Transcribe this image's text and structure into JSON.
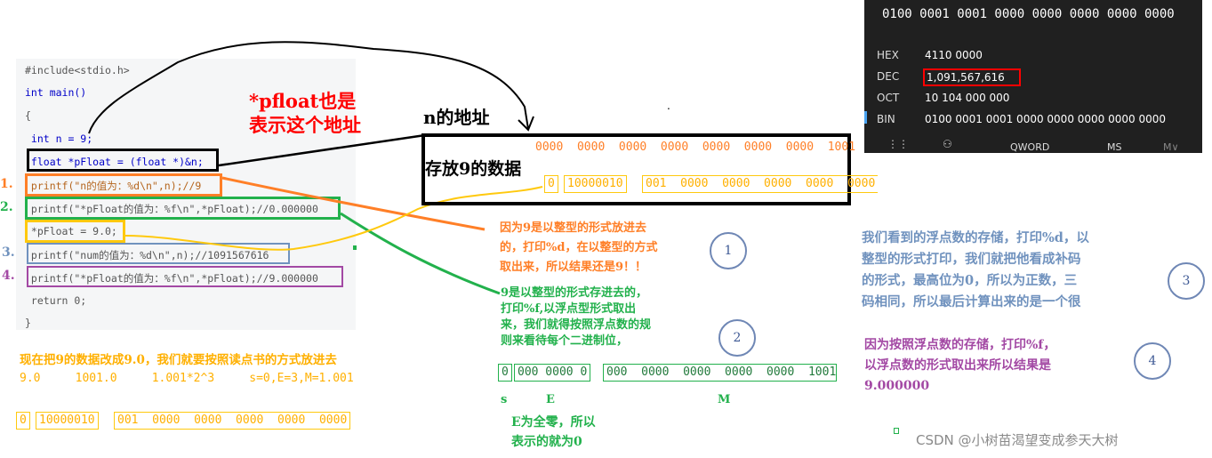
{
  "code": {
    "lines": [
      "#include<stdio.h>",
      "int main()",
      "{",
      " int n = 9;",
      " float *pFloat = (float *)&n;",
      " printf(\"n的值为：%d\\n\",n);//9",
      " printf(\"*pFloat的值为：%f\\n\",*pFloat);//0.000000",
      " *pFloat = 9.0;",
      " printf(\"num的值为：%d\\n\",n);//1091567616",
      " printf(\"*pFloat的值为：%f\\n\",*pFloat);//9.000000",
      " return 0;",
      "}"
    ],
    "markers": [
      "1.",
      "2.",
      "3.",
      "4."
    ]
  },
  "annotations": {
    "pfloat_note": [
      "*pfloat也是",
      "表示这个地址"
    ],
    "n_address": "n的地址",
    "store_9": "存放9的数据",
    "binary_9": "0000  0000  0000  0000  0000  0000  0000  1001",
    "float_bits": {
      "s": "0",
      "e": "10000010",
      "m": "001  0000  0000  0000  0000  0000"
    },
    "note1": [
      "因为9是以整型的形式放进去",
      "的，打印%d，在以整型的方式",
      "取出来，所以结果还是9！！"
    ],
    "note2": [
      "9是以整型的形式存进去的，",
      "打印%f,以浮点型形式取出",
      "来，我们就得按照浮点数的规",
      "则来看待每个二进制位，"
    ],
    "bits2": {
      "s": "0",
      "e": "000 0000 0",
      "m": "000  0000  0000  0000  0000  1001"
    },
    "sem_labels": {
      "s": "s",
      "e": "E",
      "m": "M"
    },
    "e_zero_note": [
      "E为全零，所以",
      "表示的就为0"
    ],
    "note3": [
      "我们看到的浮点数的存储，打印%d，以",
      "整型的形式打印，我们就把他看成补码",
      "的形式，最高位为0，所以为正数，三",
      "码相同，所以最后计算出来的是一个很"
    ],
    "note4": [
      "因为按照浮点数的存储，打印%f，",
      "以浮点数的形式取出来所以结果是",
      "9.000000"
    ],
    "change_note": "现在把9的数据改成9.0，我们就要按照读点书的方式放进去",
    "formula": "9.0     1001.0     1.001*2^3     s=0,E=3,M=1.001",
    "bits_bottom": {
      "s": "0",
      "e": "10000010",
      "m": "001  0000  0000  0000  0000  0000"
    },
    "circles": [
      "1",
      "2",
      "3",
      "4"
    ],
    "dot": ".",
    "watermark": "CSDN @小树苗渴望变成参天大树"
  },
  "calculator": {
    "display": "0100 0001 0001 0000 0000 0000 0000 0000",
    "rows": [
      {
        "label": "HEX",
        "value": "4110 0000"
      },
      {
        "label": "DEC",
        "value": "1,091,567,616"
      },
      {
        "label": "OCT",
        "value": "10 104 000 000"
      },
      {
        "label": "BIN",
        "value": "0100 0001 0001 0000 0000 0000 0000 0000"
      }
    ],
    "toolbar": {
      "qword": "QWORD",
      "ms": "MS",
      "mv": "M∨"
    }
  },
  "colors": {
    "orange": "#ff7f27",
    "green": "#22b14c",
    "yellow": "#ffc90e",
    "blue": "#7092be",
    "purple": "#a349a4",
    "red": "#ff0000"
  }
}
